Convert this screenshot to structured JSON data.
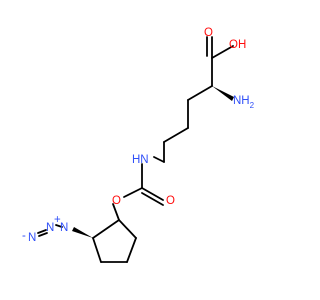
{
  "molecule": {
    "atom_labels": {
      "carboxyl_oh": "OH",
      "carbonyl_o_acid": "O",
      "alpha_nh2": "NH",
      "alpha_nh2_sub": "2",
      "carbamate_nh": "HN",
      "carbamate_o_ester": "O",
      "carbamate_o_carbonyl": "O",
      "azide_n1": "N",
      "azide_n2": "N",
      "azide_n3": "N",
      "azide_plus": "+",
      "azide_minus": "-"
    },
    "colors": {
      "oxygen": "#ff0d0d",
      "nitrogen": "#3050f8",
      "carbon_bond": "#000000"
    }
  }
}
